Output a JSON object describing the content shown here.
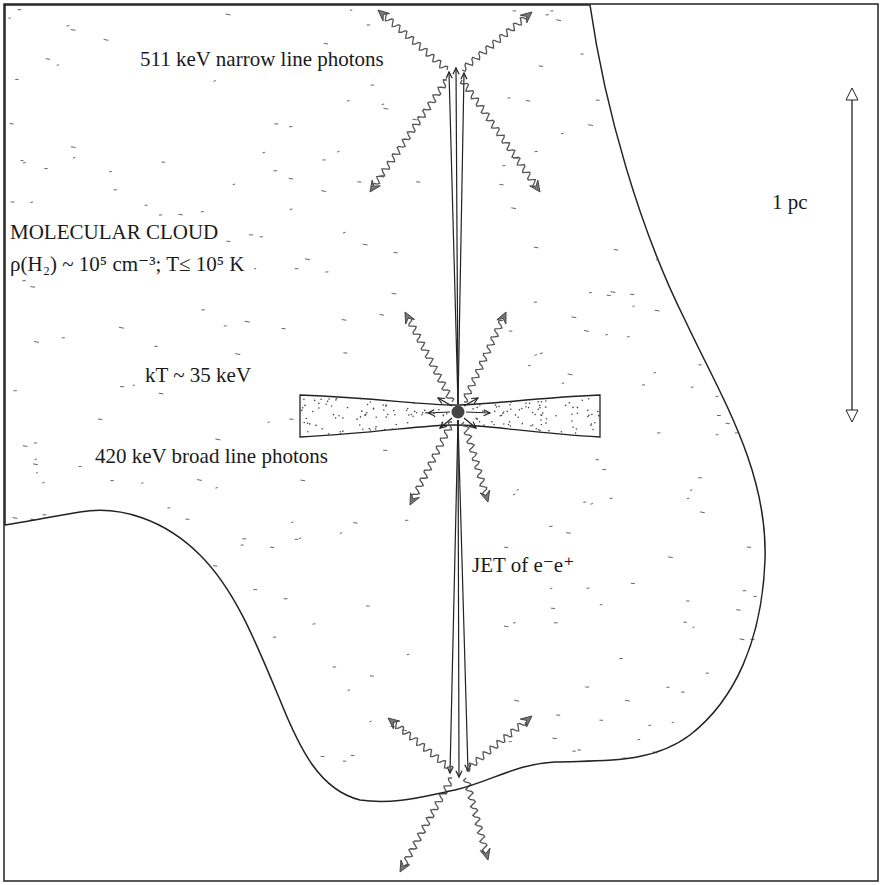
{
  "diagram": {
    "nodes": [
      {
        "text": [
          "MOLECULAR CLOUD",
          "ρ(H₂) ~ 10⁵ cm⁻³; T≤ 10⁵ K"
        ]
      }
    ],
    "labels": [
      "511 keV narrow line photons",
      "kT ~ 35 keV",
      "420 keV broad line photons",
      "JET of e⁻e⁺",
      "1 pc"
    ]
  }
}
